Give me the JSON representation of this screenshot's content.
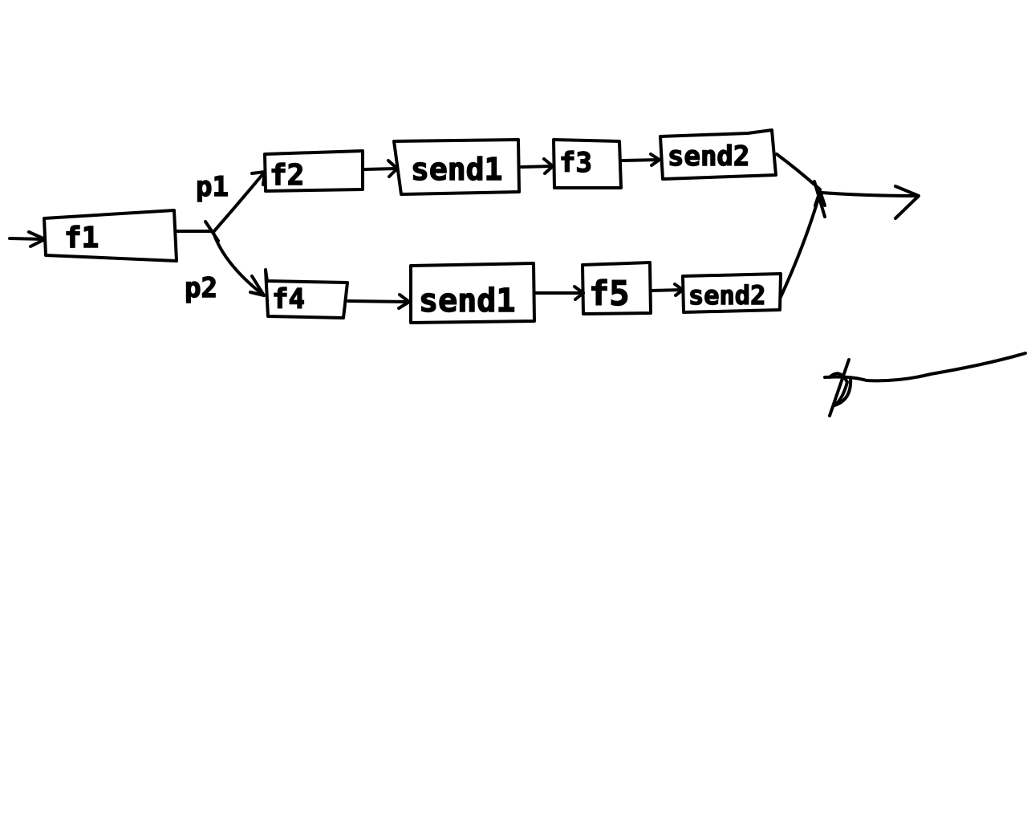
{
  "diagram": {
    "stroke_color": "#000000",
    "background_color": "#ffffff",
    "nodes": {
      "f1": {
        "label": "f1"
      },
      "f2": {
        "label": "f2"
      },
      "send1_top": {
        "label": "send1"
      },
      "f3": {
        "label": "f3"
      },
      "send2_top": {
        "label": "send2"
      },
      "f4": {
        "label": "f4"
      },
      "send1_bottom": {
        "label": "send1"
      },
      "f5": {
        "label": "f5"
      },
      "send2_bottom": {
        "label": "send2"
      }
    },
    "edge_labels": {
      "p1": "p1",
      "p2": "p2"
    }
  }
}
